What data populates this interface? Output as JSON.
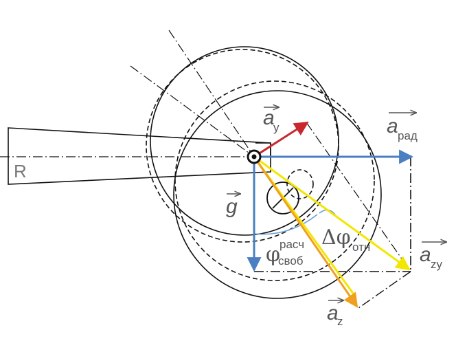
{
  "labels": {
    "r": "R",
    "a_y": {
      "main": "a",
      "sub": "y"
    },
    "a_rad": {
      "main": "a",
      "sub": "рад"
    },
    "g": {
      "main": "g"
    },
    "a_zy": {
      "main": "a",
      "sub": "zy"
    },
    "a_z": {
      "main": "a",
      "sub": "z"
    },
    "phi_free": {
      "main": "φ",
      "sub": "своб",
      "sup": "расч"
    },
    "delta_phi": {
      "main": "Δφ",
      "sub": "отн"
    }
  },
  "colors": {
    "blue": "#4a7fc1",
    "red": "#c8282d",
    "yellow": "#f3e600",
    "orange": "#f0a020",
    "line": "#111111",
    "arc": "#6b9fd4"
  }
}
